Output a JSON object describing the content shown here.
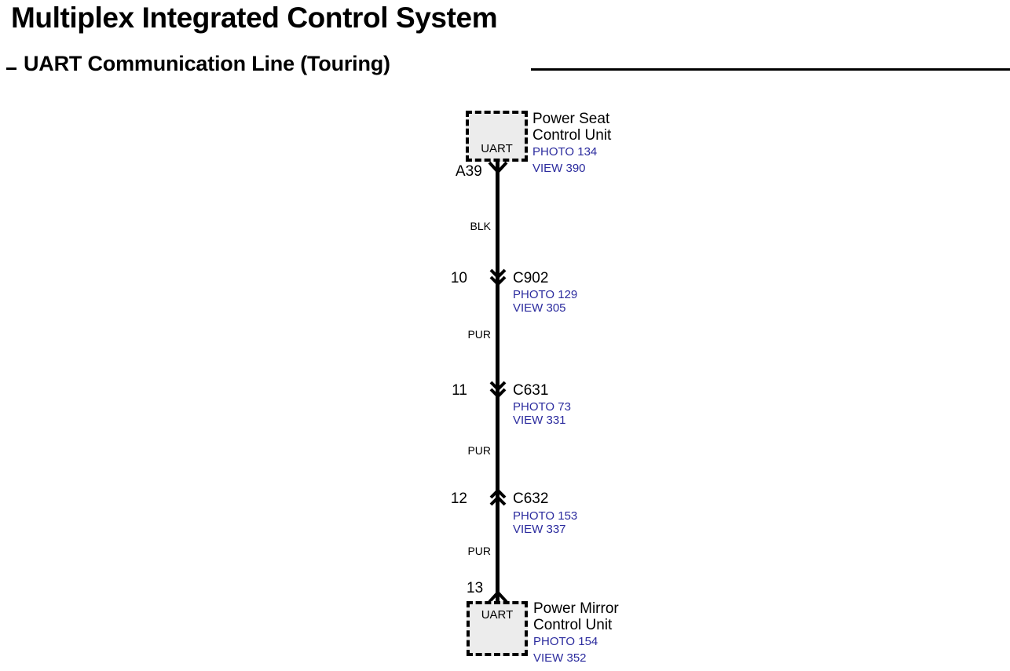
{
  "header": {
    "title": "Multiplex Integrated Control System",
    "dash": "–",
    "subtitle": "UART Communication Line (Touring)"
  },
  "diagram": {
    "type": "wiring-schematic",
    "units": [
      {
        "id": "power-seat-control-unit",
        "port": "UART",
        "name_line1": "Power Seat",
        "name_line2": "Control Unit",
        "photo": "PHOTO 134",
        "view": "VIEW 390",
        "terminal": "A39",
        "position": "top"
      },
      {
        "id": "power-mirror-control-unit",
        "port": "UART",
        "name_line1": "Power Mirror",
        "name_line2": "Control Unit",
        "photo": "PHOTO 154",
        "view": "VIEW 352",
        "terminal": "13",
        "position": "bottom"
      }
    ],
    "connectors": [
      {
        "pin": "10",
        "name": "C902",
        "photo": "PHOTO 129",
        "view": "VIEW 305",
        "marker": "chevron-down"
      },
      {
        "pin": "11",
        "name": "C631",
        "photo": "PHOTO 73",
        "view": "VIEW 331",
        "marker": "chevron-down"
      },
      {
        "pin": "12",
        "name": "C632",
        "photo": "PHOTO 153",
        "view": "VIEW 337",
        "marker": "chevron-up"
      }
    ],
    "wire_colors": [
      "BLK",
      "PUR",
      "PUR",
      "PUR"
    ],
    "colors": {
      "link": "#2b2b9e",
      "wire": "#000000",
      "box_fill": "#ececec"
    }
  }
}
